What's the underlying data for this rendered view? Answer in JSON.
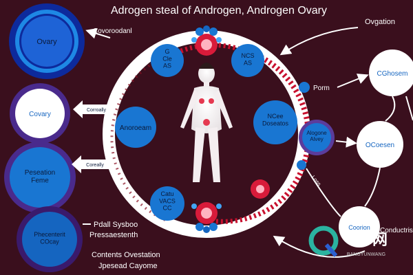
{
  "title": "Adrogen steal of Androgen, Androgen Ovary",
  "left_column": {
    "top": "Ovary",
    "mid": "Covary",
    "bottom": "Peseation\nFeme",
    "lowest": "Phecenterit\nCOcay"
  },
  "left_labels": {
    "top_arrow": "Covoroodanl",
    "mid_arrow": "Corroally",
    "bottom_arrow": "Coreally"
  },
  "ring": {
    "top_left_circle": "G\nCle\nAS",
    "top_right_circle": "NCS\nAS",
    "left_circle": "Anoroeam",
    "right_circle": "NCee\nDoseatos",
    "bottom_circle": "Catu\nVACS\nCC"
  },
  "right_side": {
    "ovation_label": "Ovgation",
    "porm_label": "Porm",
    "oval_label": "Alogone\nAlvey",
    "c_phosem": "CGhosem",
    "o_coesen": "OCoesen",
    "co_orien": "Coorion",
    "conductrip": "Conductris",
    "loss_label": "Loss"
  },
  "bottom_text": {
    "pap": "Pdall Sysboo",
    "press": "Pressaestenth",
    "contents": "Contents Ovestation",
    "jepes": "Jpesead Cayome"
  },
  "watermark": {
    "brand": "帮 网",
    "sub": "BANGYUNWANG"
  },
  "colors": {
    "background": "#3a0f1d",
    "blue": "#1976d2",
    "navy": "#0d2a9c",
    "purple": "#4a2a8c",
    "red": "#c8102e",
    "ring": "#ffffff"
  }
}
